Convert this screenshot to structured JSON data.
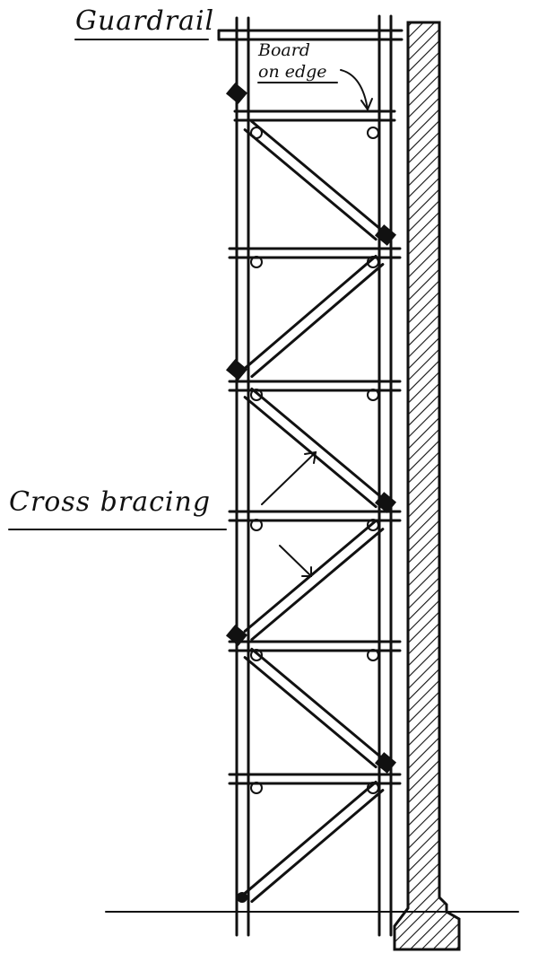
{
  "labels": {
    "guardrail": "Guardrail",
    "board_line1": "Board",
    "board_line2": "on edge",
    "cross_bracing": "Cross bracing"
  },
  "colors": {
    "ink": "#111111",
    "paper": "#ffffff"
  }
}
